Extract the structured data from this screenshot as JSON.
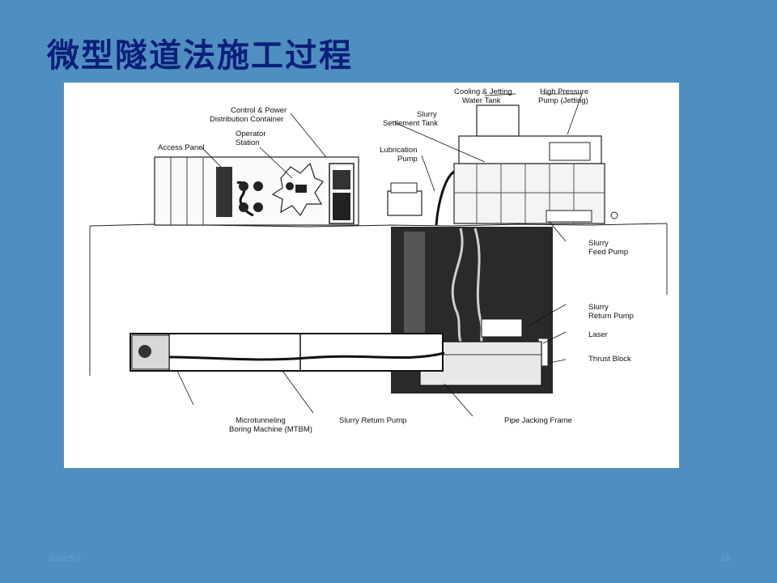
{
  "slide": {
    "title": "微型隧道法施工过程",
    "footer_date": "2021/5/7",
    "footer_page": "18"
  },
  "diagram": {
    "labels": {
      "cooling_tank": [
        "Cooling & Jetting",
        "Water Tank"
      ],
      "hp_pump": [
        "High Pressure",
        "Pump (Jetting)"
      ],
      "control_container": [
        "Control & Power",
        "Distribution Container"
      ],
      "settlement_tank": [
        "Slurry",
        "Settlement Tank"
      ],
      "operator_station": [
        "Operator",
        "Station"
      ],
      "access_panel": "Access Panel",
      "lubrication_pump": [
        "Lubrication",
        "Pump"
      ],
      "feed_pump": [
        "Slurry",
        "Feed Pump"
      ],
      "return_pump_shaft": [
        "Slurry",
        "Return Pump"
      ],
      "laser": "Laser",
      "thrust_block": "Thrust Block",
      "mtbm": [
        "Microtunneling",
        "Boring Machine (MTBM)"
      ],
      "return_pump_tunnel": "Slurry Return Pump",
      "jacking_frame": "Pipe Jacking Frame"
    }
  }
}
